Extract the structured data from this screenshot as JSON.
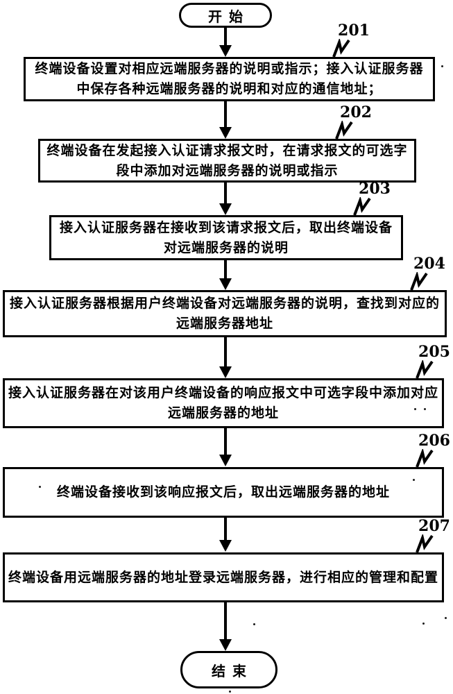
{
  "figure": {
    "type": "flowchart",
    "colors": {
      "ink": "#000000",
      "paper": "#ffffff"
    },
    "start": {
      "label": "开始"
    },
    "end": {
      "label": "结束"
    },
    "steps": [
      {
        "ref": "201",
        "lines": [
          "终端设备设置对相应远端服务器的说明或指示；接入认证服务器",
          "中保存各种远端服务器的说明和对应的通信地址；"
        ]
      },
      {
        "ref": "202",
        "lines": [
          "终端设备在发起接入认证请求报文时，在请求报文的可选字",
          "段中添加对远端服务器的说明或指示"
        ]
      },
      {
        "ref": "203",
        "lines": [
          "接入认证服务器在接收到该请求报文后，取出终端设备",
          "对远端服务器的说明"
        ]
      },
      {
        "ref": "204",
        "lines": [
          "接入认证服务器根据用户终端设备对远端服务器的说明，查找到对应的",
          "远端服务器地址"
        ]
      },
      {
        "ref": "205",
        "lines": [
          "接入认证服务器在对该用户终端设备的响应报文中可选字段中添加对应",
          "远端服务器的地址"
        ]
      },
      {
        "ref": "206",
        "lines": [
          "终端设备接收到该响应报文后，取出远端服务器的地址"
        ]
      },
      {
        "ref": "207",
        "lines": [
          "终端设备用远端服务器的地址登录远端服务器，进行相应的管理和配置"
        ]
      }
    ]
  }
}
